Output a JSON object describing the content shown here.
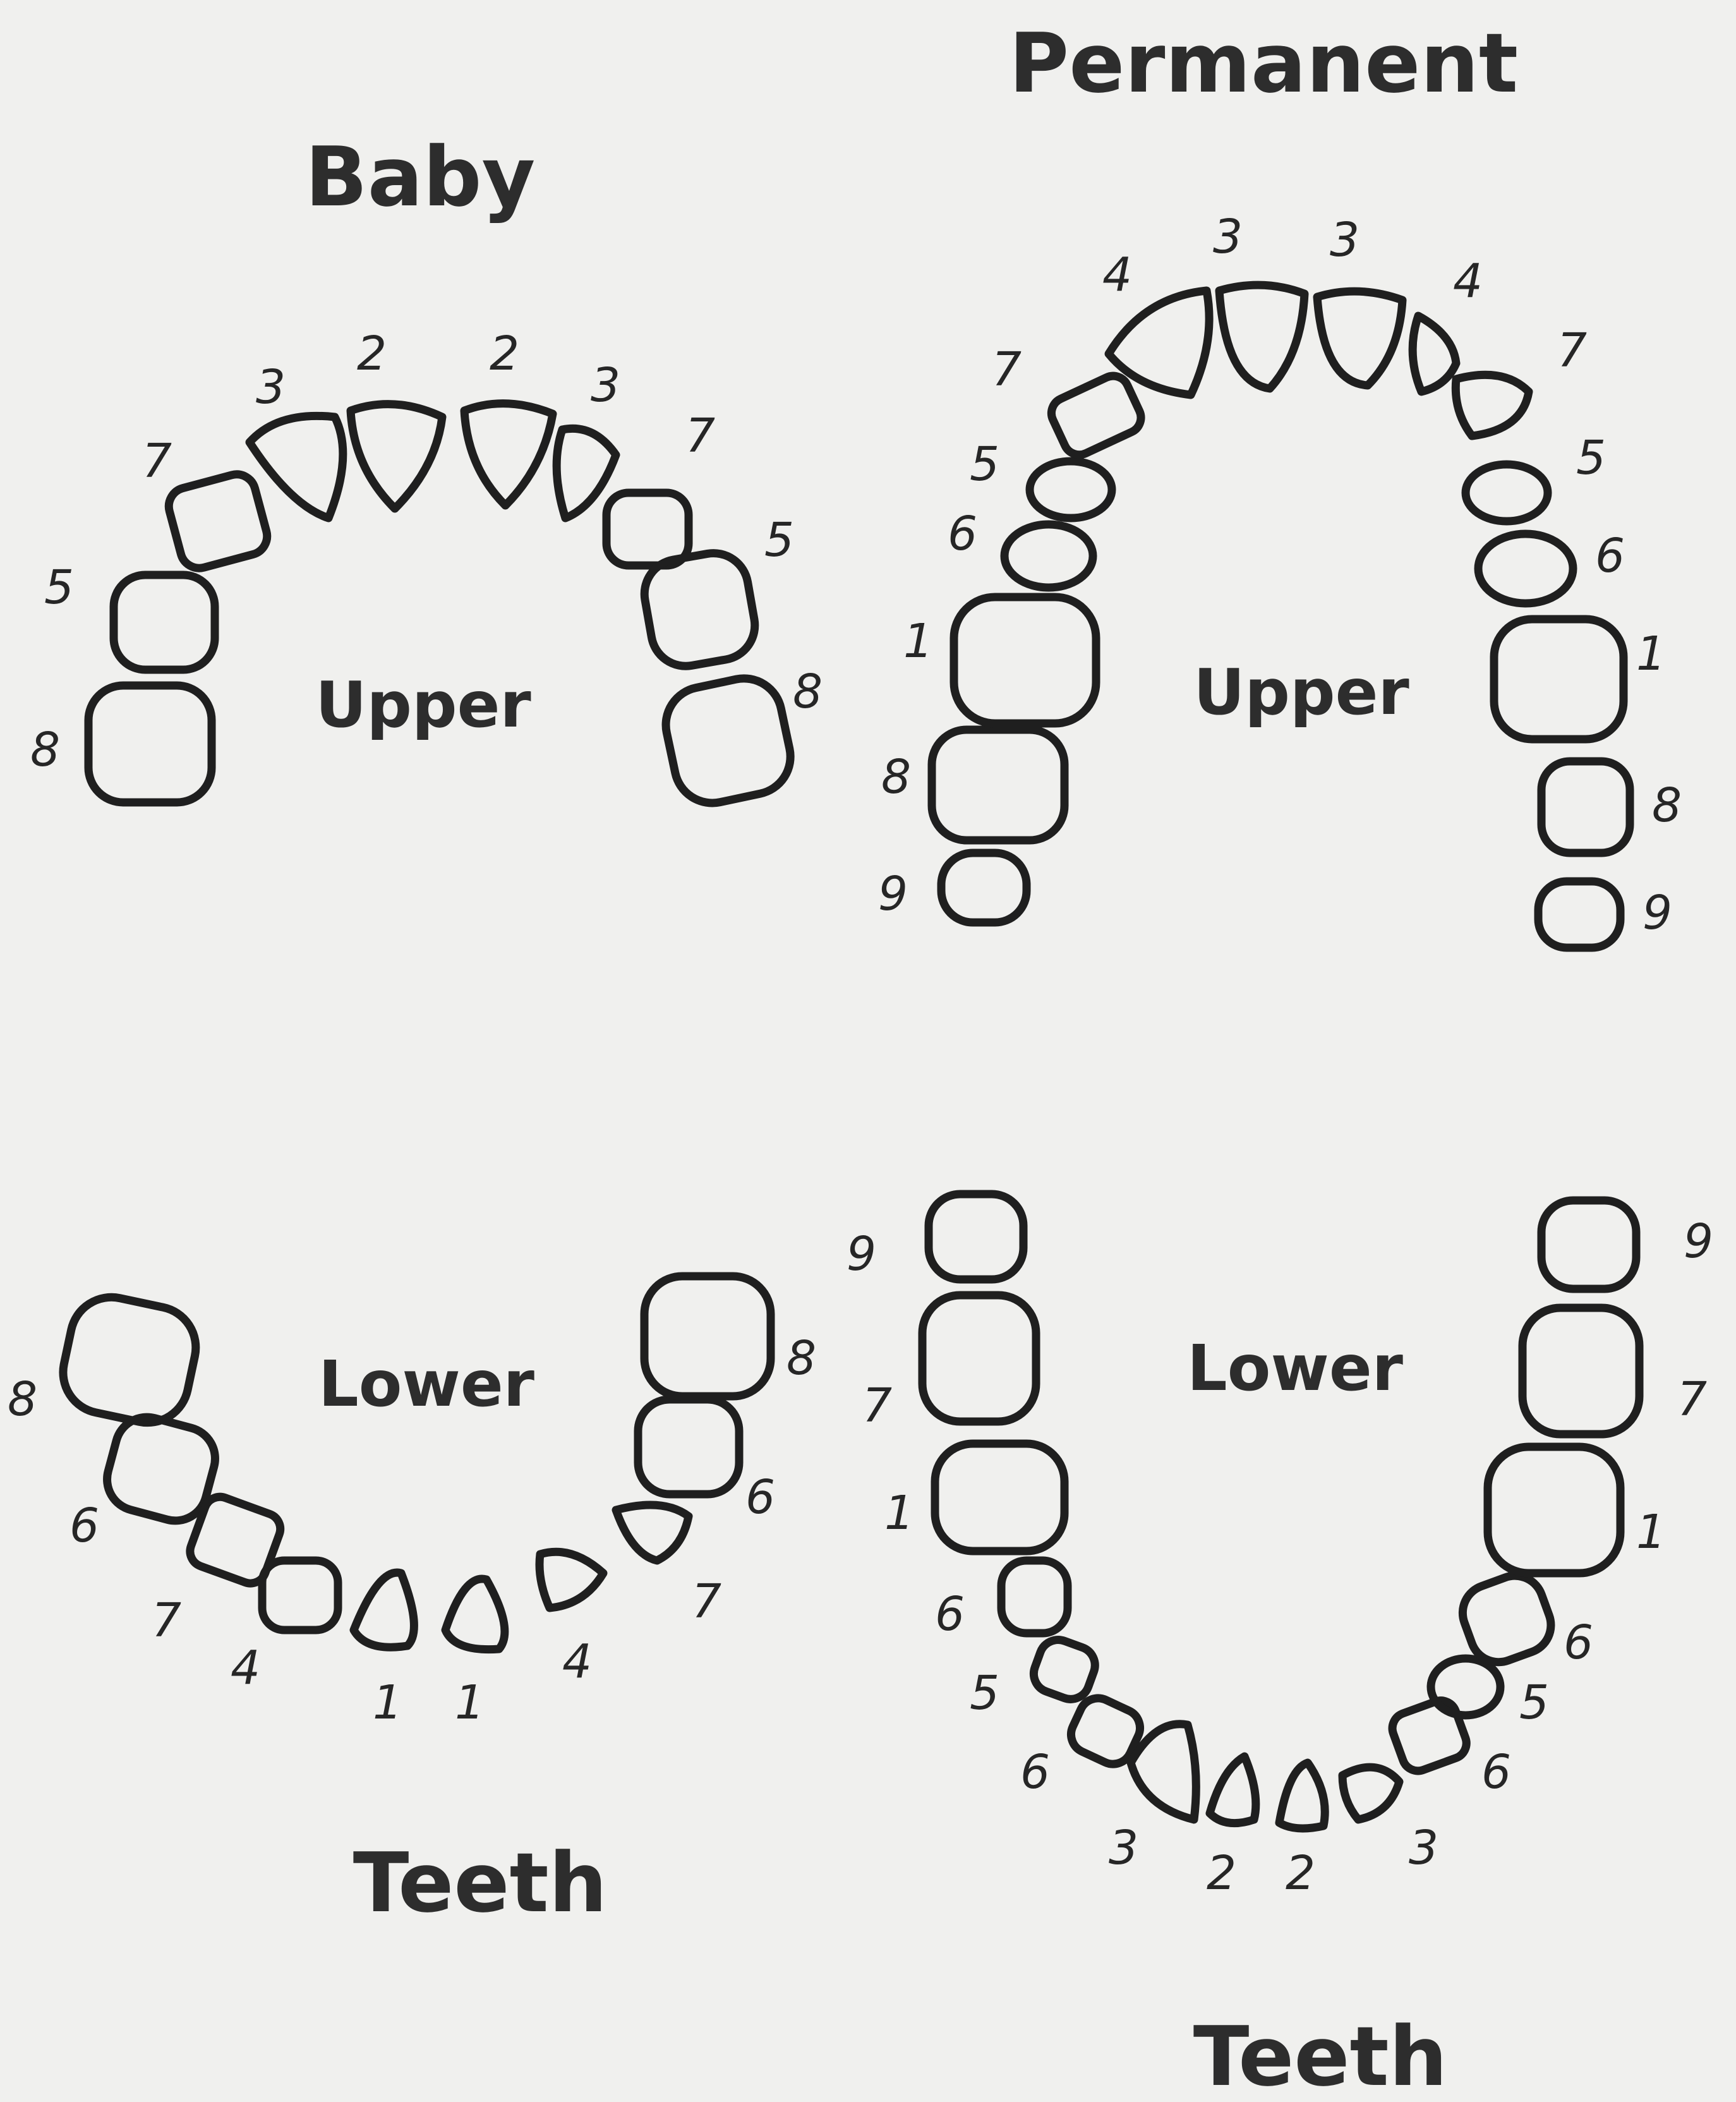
{
  "titles": {
    "baby": "Baby",
    "permanent": "Permanent",
    "baby_teeth": "Teeth",
    "permanent_teeth": "Teeth"
  },
  "arch_labels": {
    "baby_upper": "Upper",
    "baby_lower": "Lower",
    "perm_upper": "Upper",
    "perm_lower": "Lower"
  },
  "baby_upper_numbers": [
    "8",
    "5",
    "7",
    "3",
    "2",
    "2",
    "3",
    "7",
    "5",
    "8"
  ],
  "baby_lower_numbers": [
    "8",
    "6",
    "7",
    "4",
    "1",
    "1",
    "4",
    "7",
    "6",
    "8"
  ],
  "perm_upper_numbers": [
    "9",
    "8",
    "1",
    "6",
    "5",
    "7",
    "4",
    "3",
    "3",
    "4",
    "7",
    "5",
    "6",
    "1",
    "8",
    "9"
  ],
  "perm_lower_numbers": [
    "9",
    "7",
    "1",
    "6",
    "5",
    "6",
    "3",
    "2",
    "2",
    "3",
    "6",
    "5",
    "6",
    "1",
    "7",
    "9"
  ]
}
